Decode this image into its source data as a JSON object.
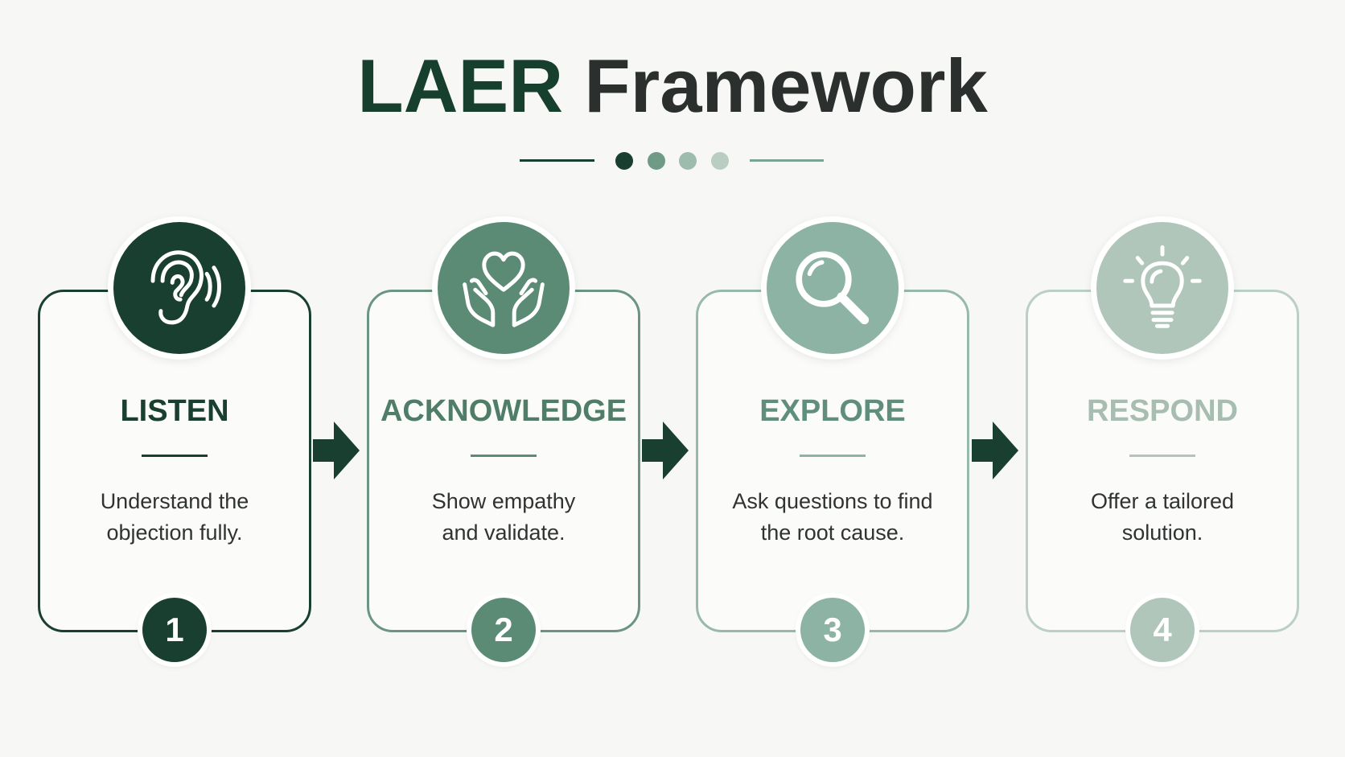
{
  "title": {
    "part1": "LAER",
    "part2": "Framework"
  },
  "colors": {
    "step1": "#183f2f",
    "step2": "#5b8b74",
    "step3": "#8db3a5",
    "step4": "#b1c6bb",
    "arrow": "#183f2f"
  },
  "steps": [
    {
      "number": "1",
      "title": "LISTEN",
      "desc_line1": "Understand the",
      "desc_line2": "objection fully.",
      "icon": "ear-icon"
    },
    {
      "number": "2",
      "title": "ACKNOWLEDGE",
      "desc_line1": "Show empathy",
      "desc_line2": "and validate.",
      "icon": "heart-hands-icon"
    },
    {
      "number": "3",
      "title": "EXPLORE",
      "desc_line1": "Ask questions to find",
      "desc_line2": "the root cause.",
      "icon": "magnifier-icon"
    },
    {
      "number": "4",
      "title": "RESPOND",
      "desc_line1": "Offer a tailored",
      "desc_line2": "solution.",
      "icon": "lightbulb-icon"
    }
  ]
}
